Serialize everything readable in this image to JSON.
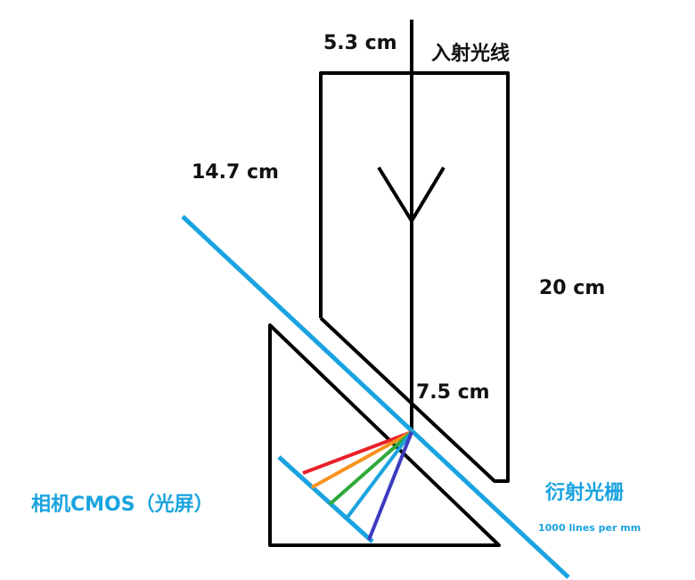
{
  "labels": {
    "top_width": "5.3 cm",
    "incident_light": "入射光线",
    "left_height": "14.7 cm",
    "right_height": "20 cm",
    "bottom_offset": "7.5 cm",
    "camera": "相机CMOS（光屏）",
    "grating": "衍射光栅",
    "grating_spec": "1000 lines per mm"
  },
  "colors": {
    "outline": "#000000",
    "grating": "#1aa3e0",
    "sensor": "#1aa3e0",
    "text_blue": "#1aa3e0",
    "rays": [
      "#e8202a",
      "#f7931e",
      "#2eaa3a",
      "#1aa3e0",
      "#3c3cbf"
    ]
  }
}
